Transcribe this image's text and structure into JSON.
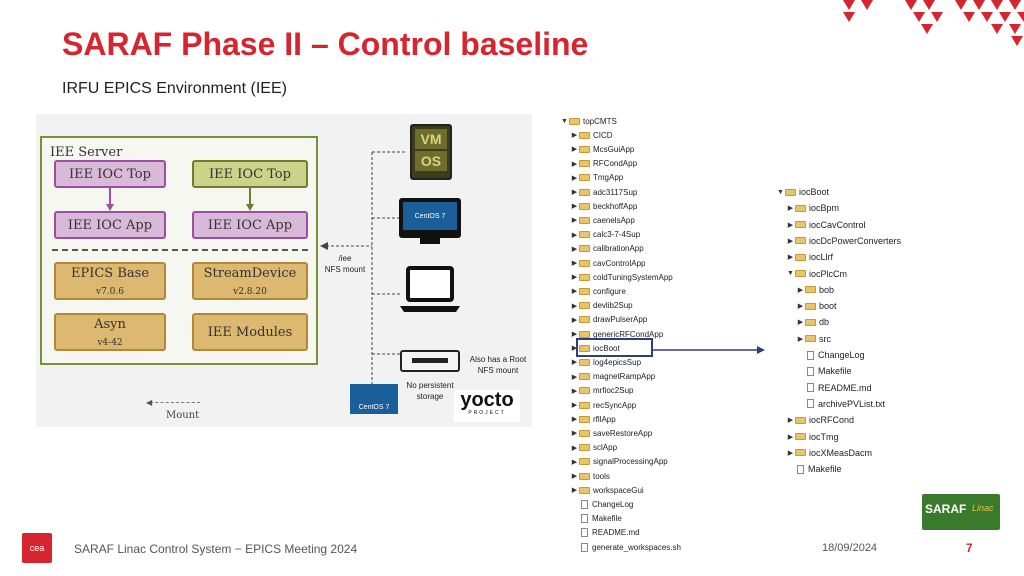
{
  "slide": {
    "title": "SARAF Phase II – Control baseline",
    "subtitle": "IRFU EPICS Environment (IEE)"
  },
  "diagram": {
    "server_label": "IEE Server",
    "boxes": {
      "ioc_top_1": "IEE IOC Top",
      "ioc_top_2": "IEE IOC Top",
      "ioc_app_1": "IEE IOC App",
      "ioc_app_2": "IEE IOC App",
      "epics_base": "EPICS Base",
      "epics_base_version": "v7.0.6",
      "stream_device": "StreamDevice",
      "stream_device_version": "v2.8.20",
      "asyn": "Asyn",
      "asyn_version": "v4-42",
      "iee_modules": "IEE Modules"
    },
    "nfs_mount_line1": "/iee",
    "nfs_mount_line2": "NFS mount",
    "vm_label": "VM",
    "os_label": "OS",
    "centos_label": "CentOS 7",
    "centos_bottom_label": "CentOS 7",
    "root_nfs_line1": "Also has a Root",
    "root_nfs_line2": "NFS mount",
    "no_storage_line1": "No persistent",
    "no_storage_line2": "storage",
    "yocto_label": "yocto",
    "yocto_sub": "PROJECT",
    "mount_legend": "Mount"
  },
  "tree_left": [
    {
      "label": "topCMTS",
      "type": "folder",
      "expanded": true,
      "level": 0
    },
    {
      "label": "CICD",
      "type": "folder",
      "level": 1
    },
    {
      "label": "McsGuiApp",
      "type": "folder",
      "level": 1
    },
    {
      "label": "RFCondApp",
      "type": "folder",
      "level": 1
    },
    {
      "label": "TmgApp",
      "type": "folder",
      "level": 1
    },
    {
      "label": "adc3117Sup",
      "type": "folder",
      "level": 1
    },
    {
      "label": "beckhoffApp",
      "type": "folder",
      "level": 1
    },
    {
      "label": "caenelsApp",
      "type": "folder",
      "level": 1
    },
    {
      "label": "calc3-7-4Sup",
      "type": "folder",
      "level": 1
    },
    {
      "label": "calibrationApp",
      "type": "folder",
      "level": 1
    },
    {
      "label": "cavControlApp",
      "type": "folder",
      "level": 1
    },
    {
      "label": "coldTuningSystemApp",
      "type": "folder",
      "level": 1
    },
    {
      "label": "configure",
      "type": "folder",
      "level": 1
    },
    {
      "label": "devlib2Sup",
      "type": "folder",
      "level": 1
    },
    {
      "label": "drawPulserApp",
      "type": "folder",
      "level": 1
    },
    {
      "label": "genericRFCondApp",
      "type": "folder",
      "level": 1
    },
    {
      "label": "iocBoot",
      "type": "folder",
      "level": 1
    },
    {
      "label": "log4epicsSup",
      "type": "folder",
      "level": 1
    },
    {
      "label": "magnetRampApp",
      "type": "folder",
      "level": 1
    },
    {
      "label": "mrfioc2Sup",
      "type": "folder",
      "level": 1
    },
    {
      "label": "recSyncApp",
      "type": "folder",
      "level": 1
    },
    {
      "label": "rfllApp",
      "type": "folder",
      "level": 1
    },
    {
      "label": "saveRestoreApp",
      "type": "folder",
      "level": 1
    },
    {
      "label": "sclApp",
      "type": "folder",
      "level": 1
    },
    {
      "label": "signalProcessingApp",
      "type": "folder",
      "level": 1
    },
    {
      "label": "tools",
      "type": "folder",
      "level": 1
    },
    {
      "label": "workspaceGui",
      "type": "folder",
      "level": 1
    },
    {
      "label": "ChangeLog",
      "type": "file",
      "level": 1
    },
    {
      "label": "Makefile",
      "type": "file",
      "level": 1
    },
    {
      "label": "README.md",
      "type": "file",
      "level": 1
    },
    {
      "label": "generate_workspaces.sh",
      "type": "file",
      "level": 1
    }
  ],
  "tree_right": [
    {
      "label": "iocBoot",
      "type": "folder",
      "expanded": true,
      "level": 0
    },
    {
      "label": "iocBpm",
      "type": "folder",
      "level": 1
    },
    {
      "label": "iocCavControl",
      "type": "folder",
      "level": 1
    },
    {
      "label": "iocDcPowerConverters",
      "type": "folder",
      "level": 1
    },
    {
      "label": "iocLlrf",
      "type": "folder",
      "level": 1
    },
    {
      "label": "iocPlcCm",
      "type": "folder",
      "expanded": true,
      "level": 1
    },
    {
      "label": "bob",
      "type": "folder",
      "level": 2
    },
    {
      "label": "boot",
      "type": "folder",
      "level": 2
    },
    {
      "label": "db",
      "type": "folder",
      "level": 2
    },
    {
      "label": "src",
      "type": "folder",
      "level": 2
    },
    {
      "label": "ChangeLog",
      "type": "file",
      "level": 2
    },
    {
      "label": "Makefile",
      "type": "file",
      "level": 2
    },
    {
      "label": "README.md",
      "type": "file",
      "level": 2
    },
    {
      "label": "archivePVList.txt",
      "type": "file",
      "level": 2
    },
    {
      "label": "iocRFCond",
      "type": "folder",
      "level": 1
    },
    {
      "label": "iocTmg",
      "type": "folder",
      "level": 1
    },
    {
      "label": "iocXMeasDacm",
      "type": "folder",
      "level": 1
    },
    {
      "label": "Makefile",
      "type": "file",
      "level": 1
    }
  ],
  "footer": {
    "left": "SARAF Linac Control System − EPICS Meeting 2024",
    "date": "18/09/2024",
    "page": "7",
    "cea_logo": "cea",
    "saraf_logo_a": "SARAF",
    "saraf_logo_b": "Linac"
  },
  "colors": {
    "title_red": "#d6252f",
    "server_border": "#7b8f37",
    "purple_box": "#d9b9d9",
    "olive_box": "#c9d38a",
    "gold_box": "#ddb870",
    "highlight_border": "#2f3f7a"
  }
}
